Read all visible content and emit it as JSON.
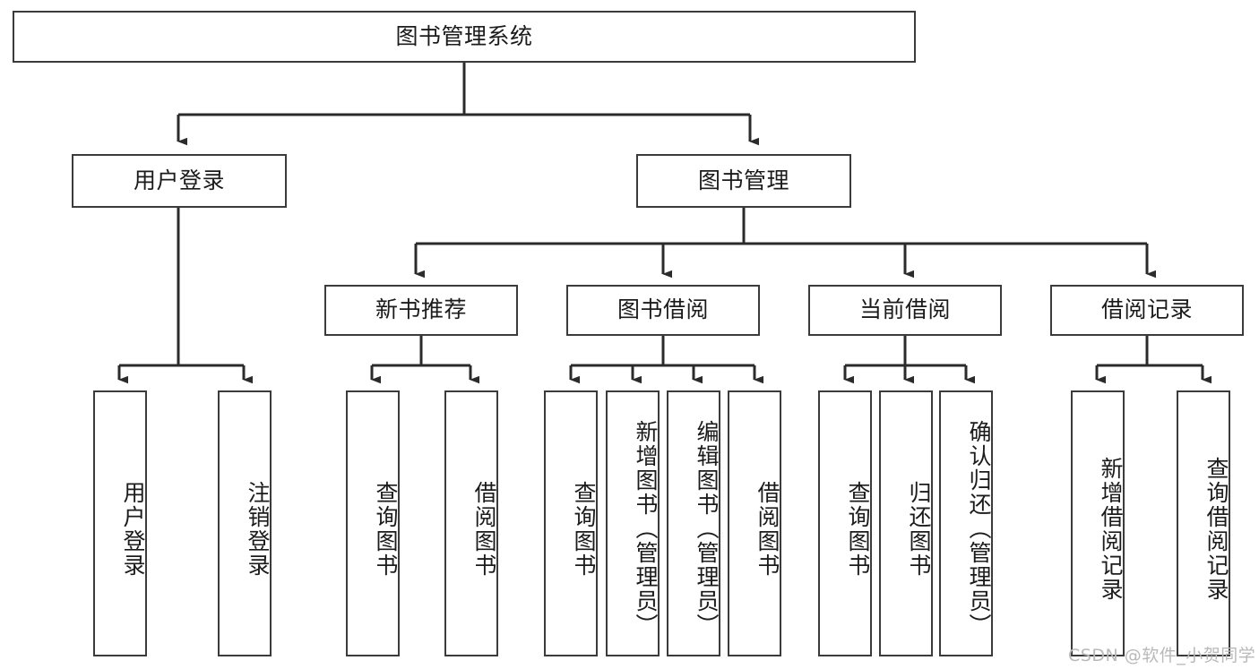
{
  "diagram": {
    "type": "tree",
    "title": "图书管理系统",
    "orientation": "top-down",
    "theme": {
      "box_border": "#3b3b3b",
      "box_fill": "#ffffff",
      "connector": "#2b2b2b",
      "text": "#1b1b1b",
      "background": "#ffffff",
      "watermark_color": "#b9b9b9"
    },
    "root": {
      "id": "root",
      "label": "图书管理系统"
    },
    "level1": [
      {
        "id": "user-login",
        "label": "用户登录"
      },
      {
        "id": "book-management",
        "label": "图书管理"
      }
    ],
    "level2": [
      {
        "id": "new-book-recommend",
        "label": "新书推荐",
        "parent": "book-management"
      },
      {
        "id": "book-borrow",
        "label": "图书借阅",
        "parent": "book-management"
      },
      {
        "id": "current-borrow",
        "label": "当前借阅",
        "parent": "book-management"
      },
      {
        "id": "borrow-record",
        "label": "借阅记录",
        "parent": "book-management"
      }
    ],
    "leaves": {
      "user-login": [
        {
          "id": "leaf-user-login",
          "label": "用户登录"
        },
        {
          "id": "leaf-user-logout",
          "label": "注销登录"
        }
      ],
      "new-book-recommend": [
        {
          "id": "leaf-query-book-1",
          "label": "查询图书"
        },
        {
          "id": "leaf-borrow-book-1",
          "label": "借阅图书"
        }
      ],
      "book-borrow": [
        {
          "id": "leaf-query-book-2",
          "label": "查询图书"
        },
        {
          "id": "leaf-add-book",
          "label": "新增图书（管理员）"
        },
        {
          "id": "leaf-edit-book",
          "label": "编辑图书（管理员）"
        },
        {
          "id": "leaf-borrow-book-2",
          "label": "借阅图书"
        }
      ],
      "current-borrow": [
        {
          "id": "leaf-query-book-3",
          "label": "查询图书"
        },
        {
          "id": "leaf-return-book",
          "label": "归还图书"
        },
        {
          "id": "leaf-confirm-return",
          "label": "确认归还（管理员）"
        }
      ],
      "borrow-record": [
        {
          "id": "leaf-add-record",
          "label": "新增借阅记录"
        },
        {
          "id": "leaf-query-record",
          "label": "查询借阅记录"
        }
      ]
    },
    "watermark": "CSDN @软件_小贺同学"
  }
}
